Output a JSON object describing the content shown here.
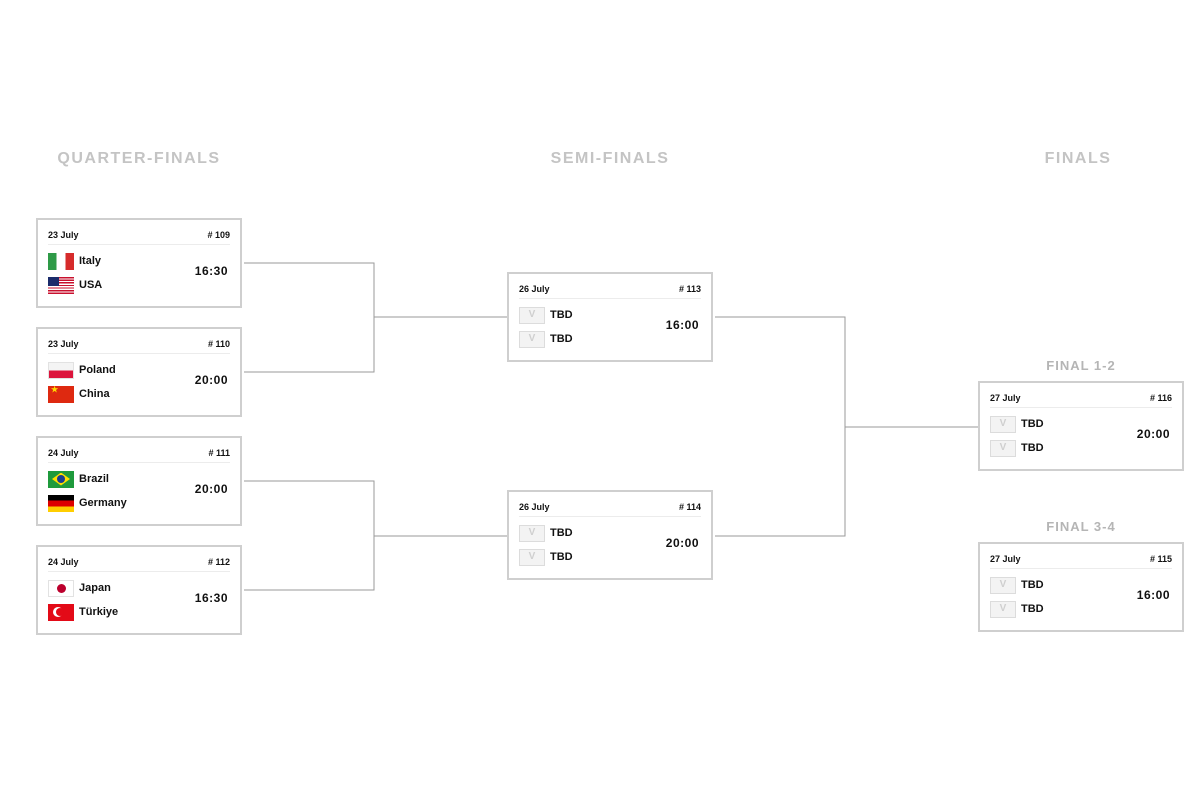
{
  "rounds": {
    "quarter": "QUARTER-FINALS",
    "semi": "SEMI-FINALS",
    "finals": "FINALS",
    "final12": "FINAL 1-2",
    "final34": "FINAL 3-4"
  },
  "matches": {
    "m109": {
      "date": "23 July",
      "number": "# 109",
      "team1": "Italy",
      "team2": "USA",
      "time": "16:30",
      "flag1": "italy-flag-icon",
      "flag2": "usa-flag-icon"
    },
    "m110": {
      "date": "23 July",
      "number": "# 110",
      "team1": "Poland",
      "team2": "China",
      "time": "20:00",
      "flag1": "poland-flag-icon",
      "flag2": "china-flag-icon"
    },
    "m111": {
      "date": "24 July",
      "number": "# 111",
      "team1": "Brazil",
      "team2": "Germany",
      "time": "20:00",
      "flag1": "brazil-flag-icon",
      "flag2": "germany-flag-icon"
    },
    "m112": {
      "date": "24 July",
      "number": "# 112",
      "team1": "Japan",
      "team2": "Türkiye",
      "time": "16:30",
      "flag1": "japan-flag-icon",
      "flag2": "turkey-flag-icon"
    },
    "m113": {
      "date": "26 July",
      "number": "# 113",
      "team1": "TBD",
      "team2": "TBD",
      "time": "16:00",
      "flag1": "tbd-placeholder-icon",
      "flag2": "tbd-placeholder-icon"
    },
    "m114": {
      "date": "26 July",
      "number": "# 114",
      "team1": "TBD",
      "team2": "TBD",
      "time": "20:00",
      "flag1": "tbd-placeholder-icon",
      "flag2": "tbd-placeholder-icon"
    },
    "m116": {
      "date": "27 July",
      "number": "# 116",
      "team1": "TBD",
      "team2": "TBD",
      "time": "20:00",
      "flag1": "tbd-placeholder-icon",
      "flag2": "tbd-placeholder-icon"
    },
    "m115": {
      "date": "27 July",
      "number": "# 115",
      "team1": "TBD",
      "team2": "TBD",
      "time": "16:00",
      "flag1": "tbd-placeholder-icon",
      "flag2": "tbd-placeholder-icon"
    }
  },
  "colors": {
    "round_title": "#c4c4c4",
    "card_border": "#cfcfcf",
    "connector": "#9a9a9a"
  }
}
